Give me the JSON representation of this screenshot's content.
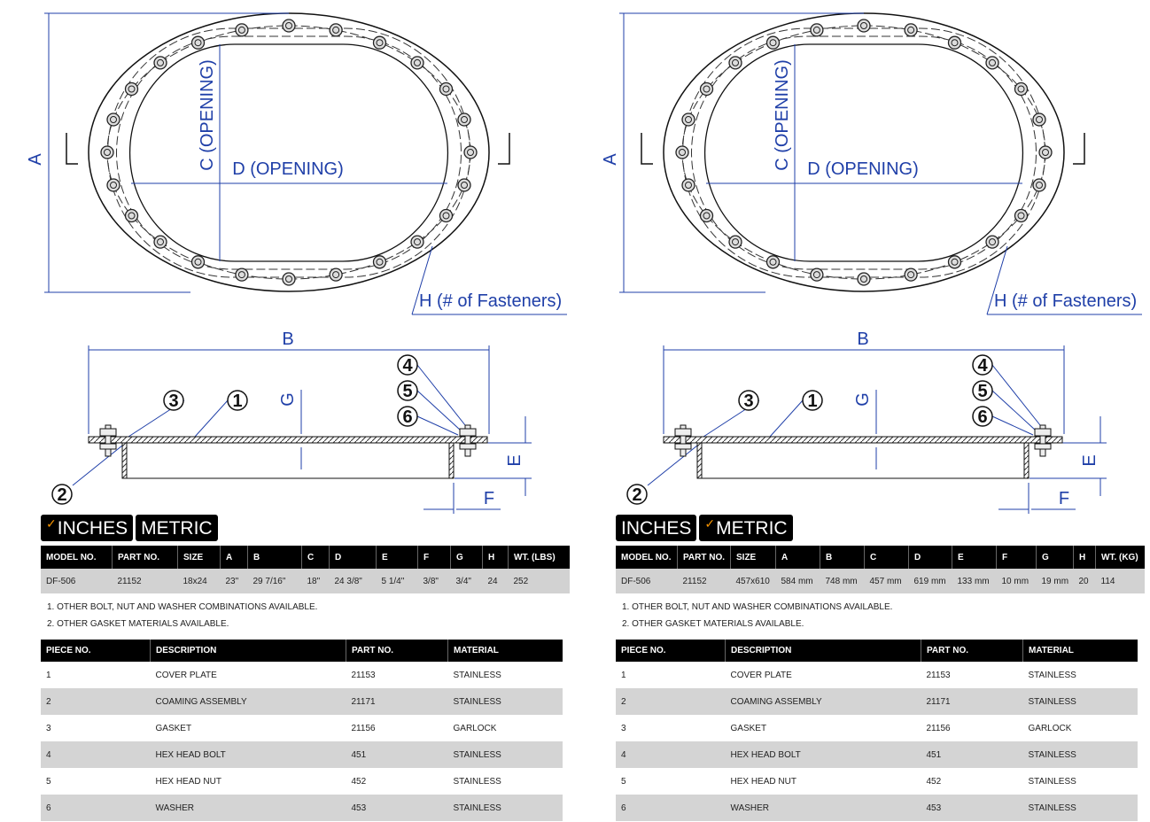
{
  "panels": [
    {
      "drawing": {
        "a": "A",
        "b": "B",
        "c": "C (OPENING)",
        "d": "D (OPENING)",
        "e": "E",
        "f": "F",
        "g": "G",
        "h": "H (# of Fasteners)",
        "callouts": [
          "1",
          "2",
          "3",
          "4",
          "5",
          "6"
        ]
      },
      "unit_tabs": [
        {
          "label": "INCHES",
          "checked": true
        },
        {
          "label": "METRIC",
          "checked": false
        }
      ],
      "spec_headers": [
        "MODEL NO.",
        "PART NO.",
        "SIZE",
        "A",
        "B",
        "C",
        "D",
        "E",
        "F",
        "G",
        "H",
        "WT. (LBS)"
      ],
      "spec_row": [
        "DF-506",
        "21152",
        "18x24",
        "23\"",
        "29 7/16\"",
        "18\"",
        "24 3/8\"",
        "5 1/4\"",
        "3/8\"",
        "3/4\"",
        "24",
        "252"
      ],
      "notes": [
        "1. OTHER BOLT, NUT AND WASHER COMBINATIONS AVAILABLE.",
        "2. OTHER GASKET MATERIALS AVAILABLE."
      ],
      "parts_headers": [
        "PIECE NO.",
        "DESCRIPTION",
        "PART NO.",
        "MATERIAL"
      ],
      "parts_rows": [
        [
          "1",
          "COVER PLATE",
          "21153",
          "STAINLESS"
        ],
        [
          "2",
          "COAMING ASSEMBLY",
          "21171",
          "STAINLESS"
        ],
        [
          "3",
          "GASKET",
          "21156",
          "GARLOCK"
        ],
        [
          "4",
          "HEX HEAD BOLT",
          "451",
          "STAINLESS"
        ],
        [
          "5",
          "HEX HEAD NUT",
          "452",
          "STAINLESS"
        ],
        [
          "6",
          "WASHER",
          "453",
          "STAINLESS"
        ]
      ]
    },
    {
      "drawing": {
        "a": "A",
        "b": "B",
        "c": "C (OPENING)",
        "d": "D (OPENING)",
        "e": "E",
        "f": "F",
        "g": "G",
        "h": "H (# of Fasteners)",
        "callouts": [
          "1",
          "2",
          "3",
          "4",
          "5",
          "6"
        ]
      },
      "unit_tabs": [
        {
          "label": "INCHES",
          "checked": false
        },
        {
          "label": "METRIC",
          "checked": true
        }
      ],
      "spec_headers": [
        "MODEL NO.",
        "PART NO.",
        "SIZE",
        "A",
        "B",
        "C",
        "D",
        "E",
        "F",
        "G",
        "H",
        "WT. (KG)"
      ],
      "spec_row": [
        "DF-506",
        "21152",
        "457x610",
        "584 mm",
        "748 mm",
        "457 mm",
        "619 mm",
        "133 mm",
        "10 mm",
        "19 mm",
        "20",
        "114"
      ],
      "notes": [
        "1. OTHER BOLT, NUT AND WASHER COMBINATIONS AVAILABLE.",
        "2. OTHER GASKET MATERIALS AVAILABLE."
      ],
      "parts_headers": [
        "PIECE NO.",
        "DESCRIPTION",
        "PART NO.",
        "MATERIAL"
      ],
      "parts_rows": [
        [
          "1",
          "COVER PLATE",
          "21153",
          "STAINLESS"
        ],
        [
          "2",
          "COAMING ASSEMBLY",
          "21171",
          "STAINLESS"
        ],
        [
          "3",
          "GASKET",
          "21156",
          "GARLOCK"
        ],
        [
          "4",
          "HEX HEAD BOLT",
          "451",
          "STAINLESS"
        ],
        [
          "5",
          "HEX HEAD NUT",
          "452",
          "STAINLESS"
        ],
        [
          "6",
          "WASHER",
          "453",
          "STAINLESS"
        ]
      ]
    }
  ],
  "colors": {
    "dimension": "#1f3fa8",
    "check": "#f39200",
    "header": "#000000",
    "row_shade": "#d2d2d2"
  }
}
